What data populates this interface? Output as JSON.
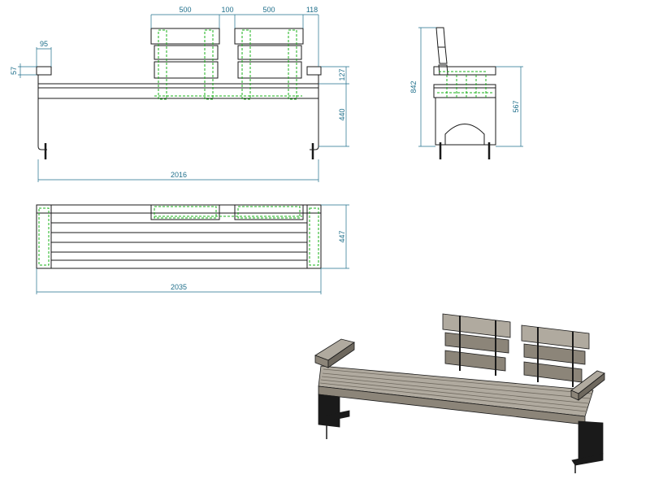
{
  "colors": {
    "line": "#1a1a1a",
    "dimension": "#1f6f8b",
    "hidden": "#18b018",
    "wood_top": "#b0aa9f",
    "wood_front": "#8c8579",
    "wood_dark": "#6e685e",
    "metal": "#1a1a1a",
    "background": "#ffffff"
  },
  "dimensions": {
    "front": {
      "backrest_width_a": "500",
      "backrest_gap": "100",
      "backrest_width_b": "500",
      "backrest_end": "118",
      "armrest_width": "95",
      "armrest_height": "57",
      "seat_thickness": "127",
      "seat_height": "440",
      "overall_length": "2016"
    },
    "side": {
      "overall_height": "842",
      "seat_height": "567"
    },
    "top": {
      "depth": "447",
      "overall_length": "2035"
    }
  }
}
